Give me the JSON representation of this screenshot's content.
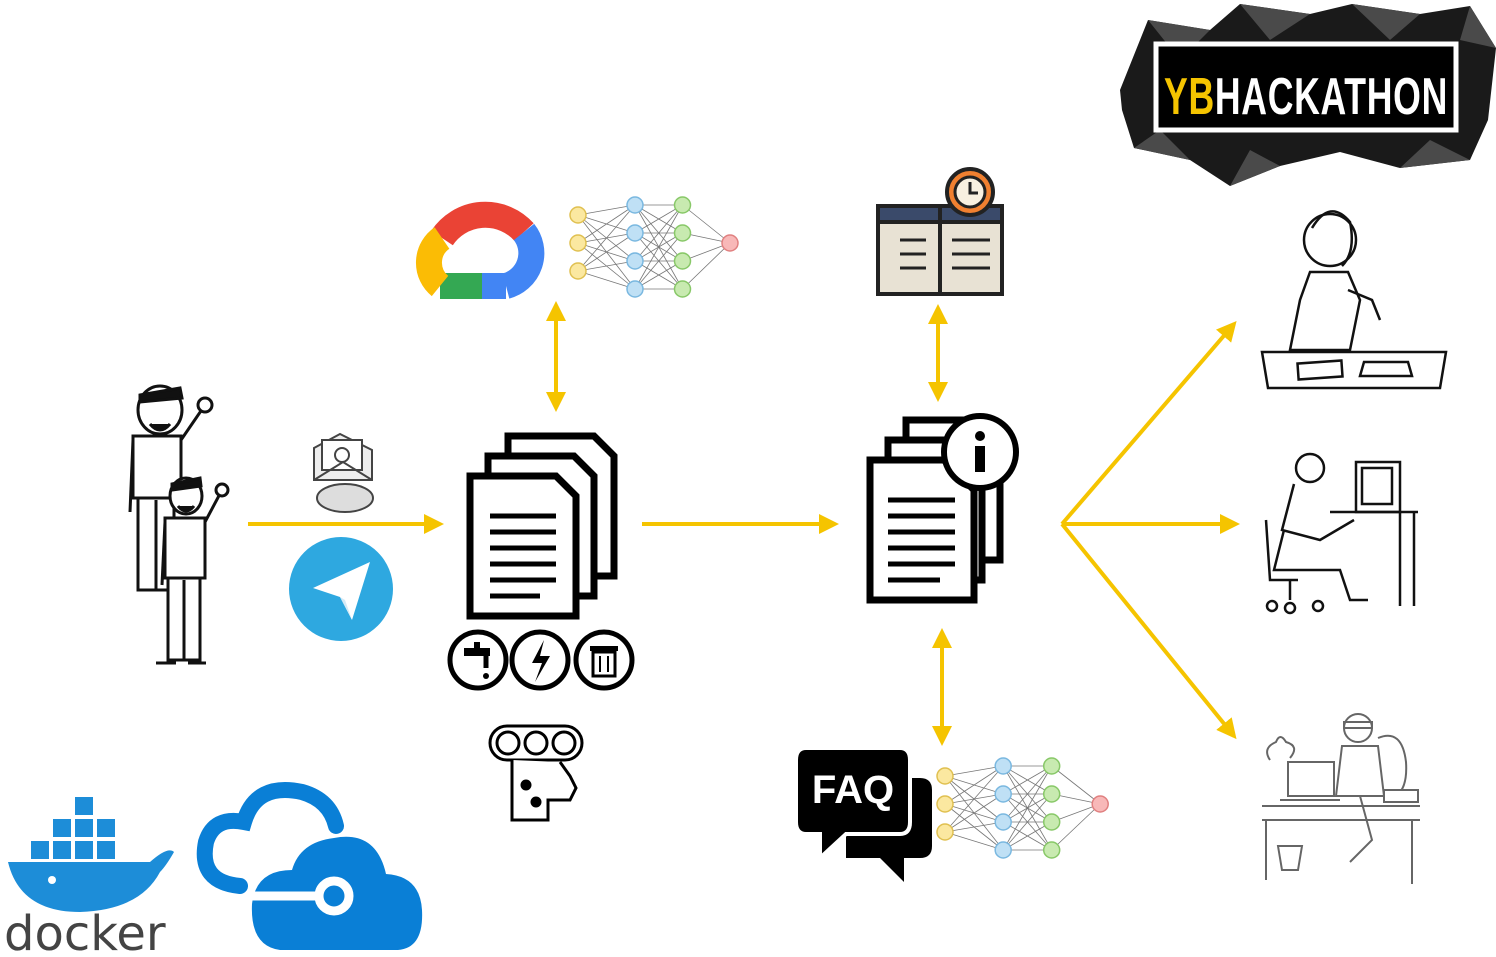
{
  "logo": {
    "text_yb": "YB",
    "text_rest": "HACKATHON",
    "yb_color": "#f5c400",
    "rest_color": "#ffffff"
  },
  "faq": {
    "label": "FAQ"
  },
  "docker": {
    "label": "docker"
  },
  "colors": {
    "arrow": "#f5c400",
    "telegram": "#2ea8e0",
    "azure": "#0a7fd6",
    "docker": "#1d8dd8",
    "gcloud_red": "#ea4335",
    "gcloud_blue": "#4285f4",
    "gcloud_yellow": "#fbbc05",
    "gcloud_green": "#34a853"
  },
  "icons": {
    "users": "users-sketch-icon",
    "email": "email-icon",
    "telegram": "telegram-icon",
    "documents": "documents-stack-icon",
    "processing": [
      "tap-icon",
      "lightning-icon",
      "trash-icon"
    ],
    "sentiment": "sentiment-analysis-icon",
    "google_cloud": "google-cloud-icon",
    "neural_net": "neural-network-icon",
    "scheduled_table": "scheduled-table-icon",
    "info_documents": "info-documents-icon",
    "faq": "faq-bubbles-icon",
    "receivers": [
      "woman-at-desk-icon",
      "man-at-computer-icon",
      "woman-at-laptop-icon"
    ],
    "azure": "azure-cloud-icon"
  }
}
